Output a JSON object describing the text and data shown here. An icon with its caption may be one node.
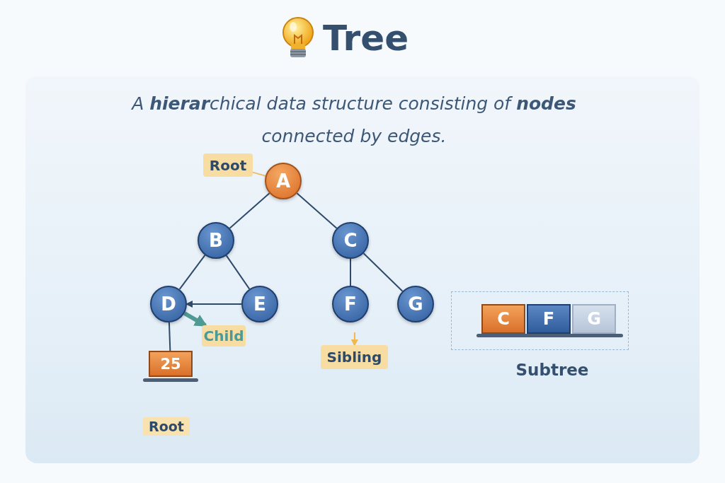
{
  "diagram": {
    "title": "Tree",
    "nodes": [
      {
        "text": [
          "Root"
        ]
      },
      {
        "text": [
          "A"
        ]
      },
      {
        "text": [
          "B"
        ]
      },
      {
        "text": [
          "C"
        ]
      },
      {
        "text": [
          "D"
        ]
      },
      {
        "text": [
          "E"
        ]
      },
      {
        "text": [
          "F"
        ]
      },
      {
        "text": [
          "G"
        ]
      },
      {
        "text": [
          "25"
        ]
      },
      {
        "text": [
          "Child"
        ]
      },
      {
        "text": [
          "Sibling"
        ]
      },
      {
        "text": [
          "Subtree"
        ]
      },
      {
        "text": [
          "C"
        ],
        "in": 11
      },
      {
        "text": [
          "F"
        ],
        "in": 11
      },
      {
        "text": [
          "G"
        ],
        "in": 11
      }
    ],
    "edges": [
      {
        "from": 0,
        "to": 1,
        "arrow": "none",
        "color": "#e8c070"
      },
      {
        "from": 1,
        "to": 2,
        "arrow": "none"
      },
      {
        "from": 1,
        "to": 3,
        "arrow": "none"
      },
      {
        "from": 2,
        "to": 4,
        "arrow": "none"
      },
      {
        "from": 2,
        "to": 5,
        "arrow": "none"
      },
      {
        "from": 3,
        "to": 6,
        "arrow": "none"
      },
      {
        "from": 3,
        "to": 7,
        "arrow": "none"
      },
      {
        "from": 5,
        "to": 4,
        "arrow": "to"
      },
      {
        "from": 4,
        "to": 8,
        "arrow": "none"
      },
      {
        "from": 4,
        "to": 9,
        "arrow": "to",
        "style": "thick",
        "color": "#4f9a92"
      },
      {
        "from": null,
        "to": 10,
        "arrow": "to",
        "color": "#f2b84b"
      }
    ],
    "labels": [
      "A **hierar**chical data structure consisting of **nodes** connected by edges.",
      "Root"
    ]
  }
}
